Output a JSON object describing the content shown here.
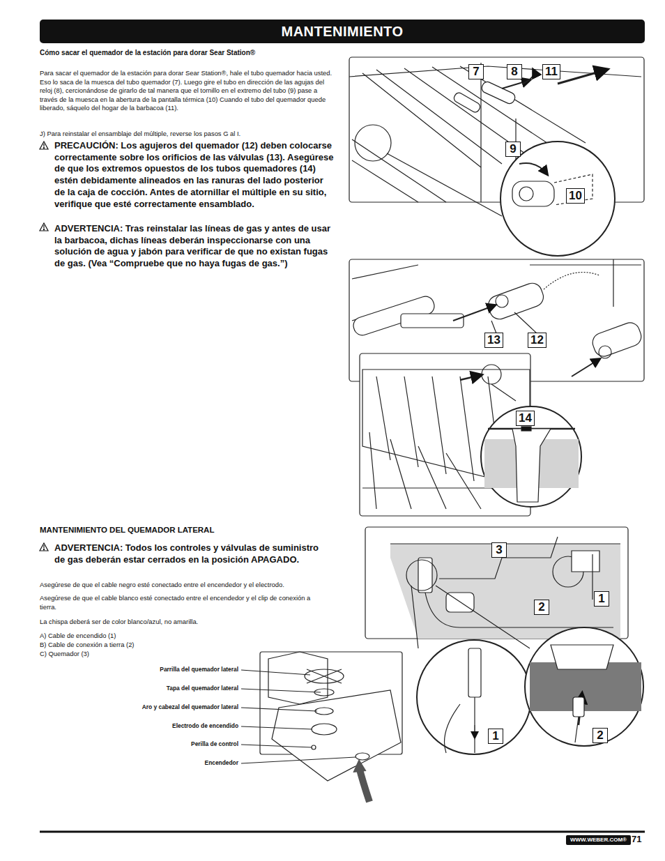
{
  "diagram": {
    "title": "MANTENIMIENTO",
    "labels": [
      "Cómo sacar el quemador de la estación para dorar Sear Station®",
      "Para sacar el quemador de la estación para dorar Sear Station®, hale el tubo quemador hacia usted. Eso lo saca de la muesca del tubo quemador (7). Luego gire el tubo en dirección de las agujas del reloj (8), cercionándose de girarlo de tal manera que el tornillo en el extremo del tubo (9) pase a través de la muesca en la abertura de la pantalla térmica (10) Cuando el tubo del quemador quede liberado, sáquelo del hogar de la barbacoa (11).",
      "J) Para reinstalar el ensamblaje del múltiple, reverse los pasos G al I.",
      "PRECAUCIÓN: Los agujeros del quemador (12) deben colocarse correctamente sobre los orificios de las válvulas (13). Asegúrese de que los extremos opuestos de los tubos quemadores (14) estén debidamente alineados en las ranuras del lado posterior de la caja de cocción. Antes de atornillar el múltiple en su sitio, verifique que esté correctamente ensamblado.",
      "ADVERTENCIA: Tras reinstalar las líneas de gas y antes de usar la barbacoa, dichas líneas deberán inspeccionarse con una solución de agua y jabón para verificar de que no existan fugas de gas. (Vea “Compruebe que no haya fugas de gas.”)",
      "7",
      "8",
      "11",
      "9",
      "10",
      "13",
      "12",
      "14",
      "MANTENIMIENTO DEL QUEMADOR LATERAL",
      "ADVERTENCIA: Todos los controles y válvulas de suministro de gas deberán estar cerrados en la posición APAGADO.",
      "Asegúrese de que el cable negro esté conectado entre el encendedor y el electrodo.",
      "Asegúrese de que el cable blanco esté conectado entre el encendedor y el clip de conexión a tierra.",
      "La chispa deberá ser de color blanco/azul, no amarilla.",
      "A) Cable de encendido (1)",
      "B) Cable de conexión a tierra (2)",
      "C) Quemador (3)",
      "Parrilla del quemador lateral",
      "Tapa del quemador lateral",
      "Aro y cabezal del quemador lateral",
      "Electrodo de encendido",
      "Perilla de control",
      "Encendedor",
      "3",
      "2",
      "1",
      "1",
      "2",
      "WWW.WEBER.COM®",
      "71"
    ]
  }
}
